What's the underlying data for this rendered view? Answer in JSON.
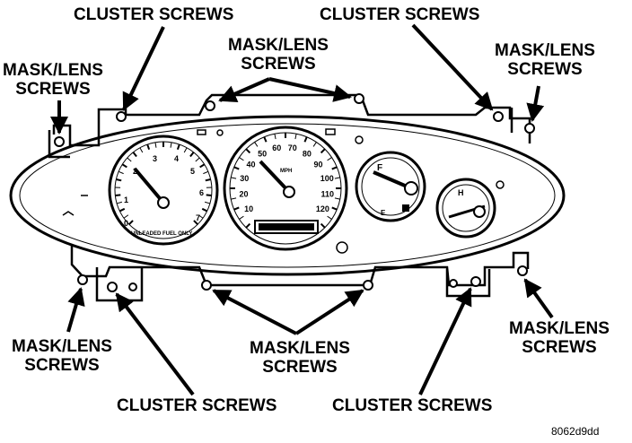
{
  "labels": {
    "cluster_screws_top_left": "CLUSTER SCREWS",
    "cluster_screws_top_right": "CLUSTER SCREWS",
    "mask_lens_screws_top_center_line1": "MASK/LENS",
    "mask_lens_screws_top_center_line2": "SCREWS",
    "mask_lens_screws_top_left_line1": "MASK/LENS",
    "mask_lens_screws_top_left_line2": "SCREWS",
    "mask_lens_screws_top_right_line1": "MASK/LENS",
    "mask_lens_screws_top_right_line2": "SCREWS",
    "mask_lens_screws_bottom_left_line1": "MASK/LENS",
    "mask_lens_screws_bottom_left_line2": "SCREWS",
    "mask_lens_screws_bottom_center_line1": "MASK/LENS",
    "mask_lens_screws_bottom_center_line2": "SCREWS",
    "mask_lens_screws_bottom_right_line1": "MASK/LENS",
    "mask_lens_screws_bottom_right_line2": "SCREWS",
    "cluster_screws_bottom_left": "CLUSTER SCREWS",
    "cluster_screws_bottom_right": "CLUSTER SCREWS"
  },
  "figure_code": "8062d9dd",
  "gauges": {
    "tachometer": {
      "ticks": [
        "0",
        "1",
        "2",
        "3",
        "4",
        "5",
        "6",
        "7"
      ],
      "note": "UNLEADED FUEL ONLY"
    },
    "speedometer": {
      "ticks_outer": [
        "10",
        "20",
        "30",
        "40",
        "50",
        "60",
        "70",
        "80",
        "90",
        "100",
        "110",
        "120"
      ],
      "unit": "MPH"
    },
    "fuel": {
      "full": "F",
      "empty": "E"
    },
    "temperature": {
      "hot": "H"
    }
  },
  "colors": {
    "ink": "#000000",
    "paper": "#ffffff"
  }
}
